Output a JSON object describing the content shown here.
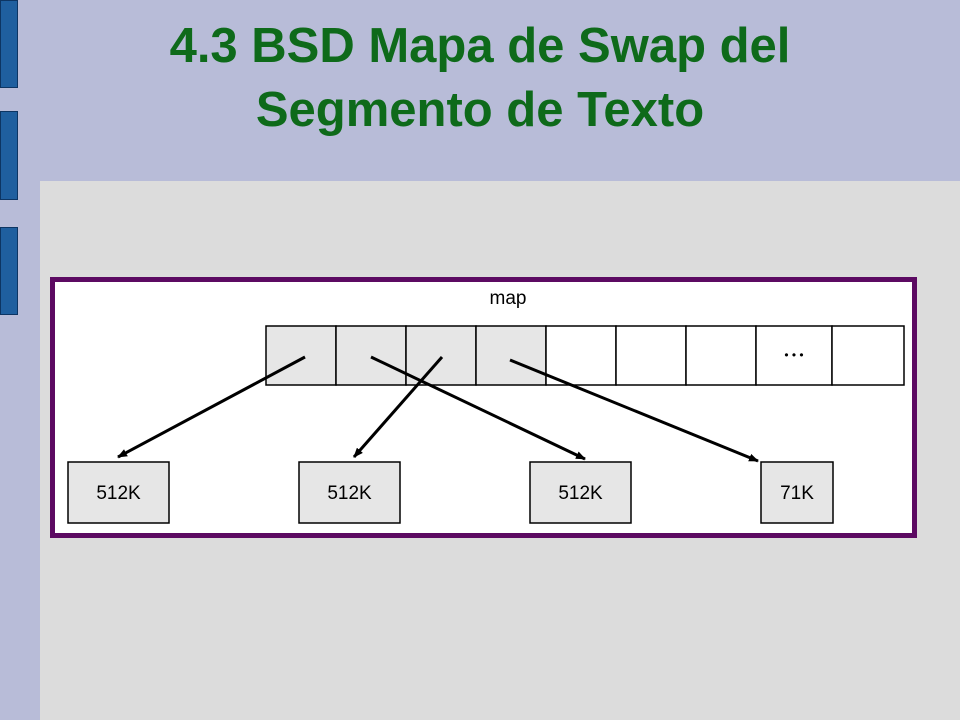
{
  "slide": {
    "title_line1": "4.3 BSD Mapa de Swap del",
    "title_line2": "Segmento de Texto"
  },
  "diagram": {
    "map_label": "map",
    "ellipsis": "• • •",
    "blocks": [
      {
        "label": "512K"
      },
      {
        "label": "512K"
      },
      {
        "label": "512K"
      },
      {
        "label": "71K"
      }
    ],
    "colors": {
      "title": "#0e6a1a",
      "frame": "#5c0a62",
      "slot_filled": "#e6e6e6",
      "block_fill": "#e6e6e6"
    }
  }
}
